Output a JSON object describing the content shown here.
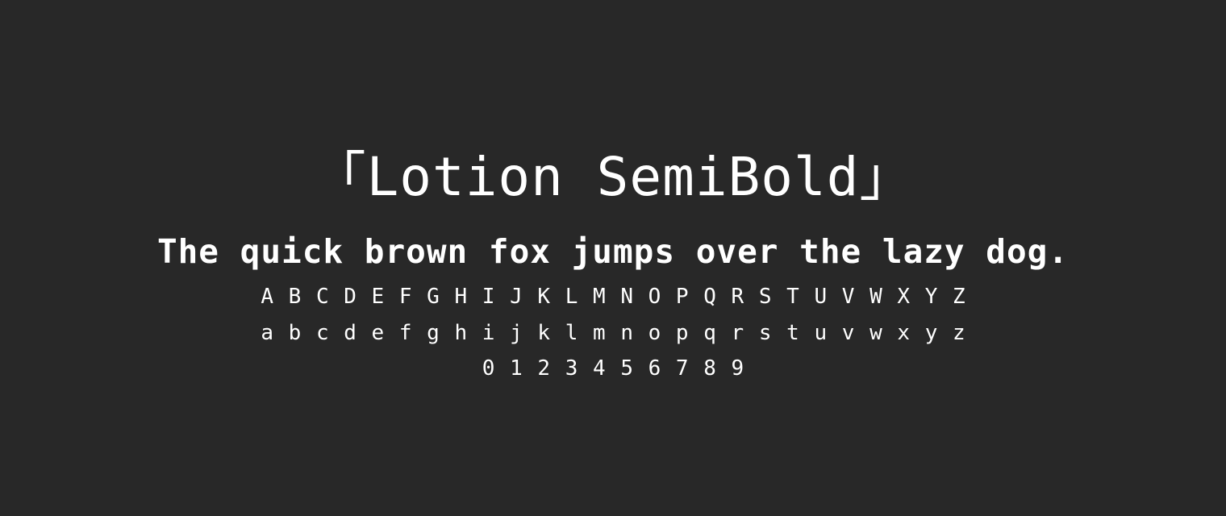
{
  "colors": {
    "background": "#282828",
    "text": "#ffffff"
  },
  "specimen": {
    "title": "「Lotion SemiBold」",
    "pangram": "The quick brown fox jumps over the lazy dog.",
    "uppercase": "A B C D E F G H I J K L M N O P Q R S T U V W X Y Z",
    "lowercase": "a b c d e f g h i j k l m n o p q r s t u v w x y z",
    "digits": "0 1 2 3 4 5 6 7 8 9"
  }
}
